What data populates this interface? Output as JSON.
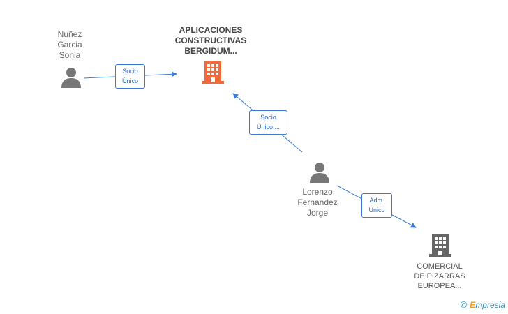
{
  "nodes": {
    "company_main": {
      "name_lines": [
        "APLICACIONES",
        "CONSTRUCTIVAS",
        "BERGIDUM..."
      ],
      "icon": "building-icon",
      "color": "#f26a3b"
    },
    "company_small": {
      "name_lines": [
        "COMERCIAL",
        "DE PIZARRAS",
        "EUROPEA..."
      ],
      "icon": "building-icon",
      "color": "#666666"
    },
    "person_nunez": {
      "name_lines": [
        "Nuñez",
        "Garcia",
        "Sonia"
      ],
      "icon": "person-icon",
      "color": "#777777"
    },
    "person_lorenzo": {
      "name_lines": [
        "Lorenzo",
        "Fernandez",
        "Jorge"
      ],
      "icon": "person-icon",
      "color": "#777777"
    }
  },
  "edges": {
    "nunez_to_main": {
      "lines": [
        "Socio",
        "Único"
      ]
    },
    "lorenzo_to_main": {
      "lines": [
        "Socio",
        "Único,..."
      ]
    },
    "lorenzo_to_small": {
      "lines": [
        "Adm.",
        "Unico"
      ]
    }
  },
  "edge_color": "#3a7bd5",
  "footer": {
    "copyright_symbol": "©",
    "brand_initial": "E",
    "brand_rest": "mpresia"
  }
}
